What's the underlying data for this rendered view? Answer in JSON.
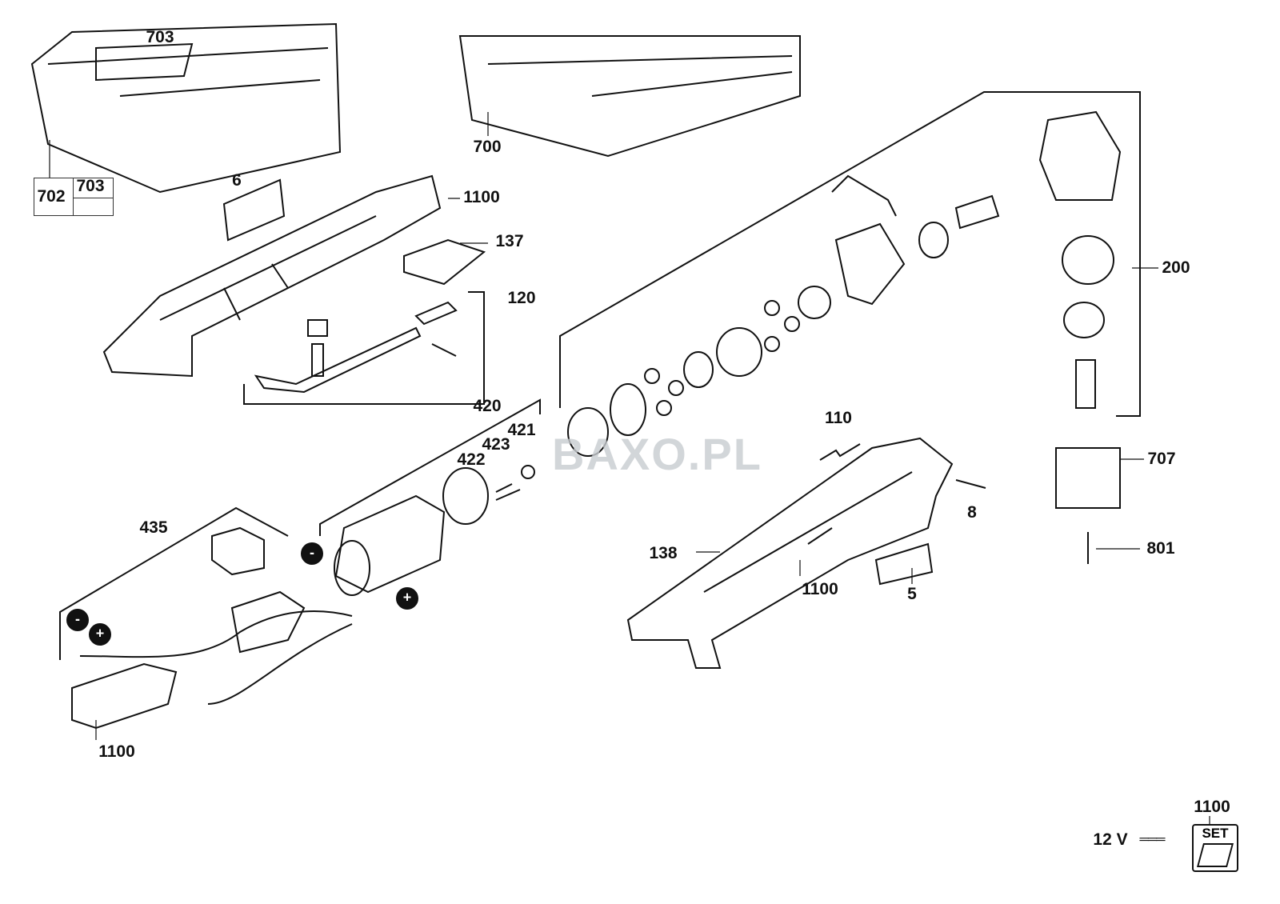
{
  "watermark": "BAXO.PL",
  "labels": {
    "l703a": "703",
    "l702": "702",
    "l703b": "703",
    "l700": "700",
    "l6": "6",
    "l1100a": "1100",
    "l137": "137",
    "l120": "120",
    "l200": "200",
    "l420": "420",
    "l421": "421",
    "l423": "423",
    "l422": "422",
    "l110": "110",
    "l707": "707",
    "l8": "8",
    "l801": "801",
    "l435": "435",
    "l138": "138",
    "l1100b": "1100",
    "l5": "5",
    "l1100c": "1100",
    "l1100d": "1100"
  },
  "voltage": "12 V",
  "set_badge": "SET",
  "polarity": {
    "minus": "-",
    "plus": "+"
  }
}
